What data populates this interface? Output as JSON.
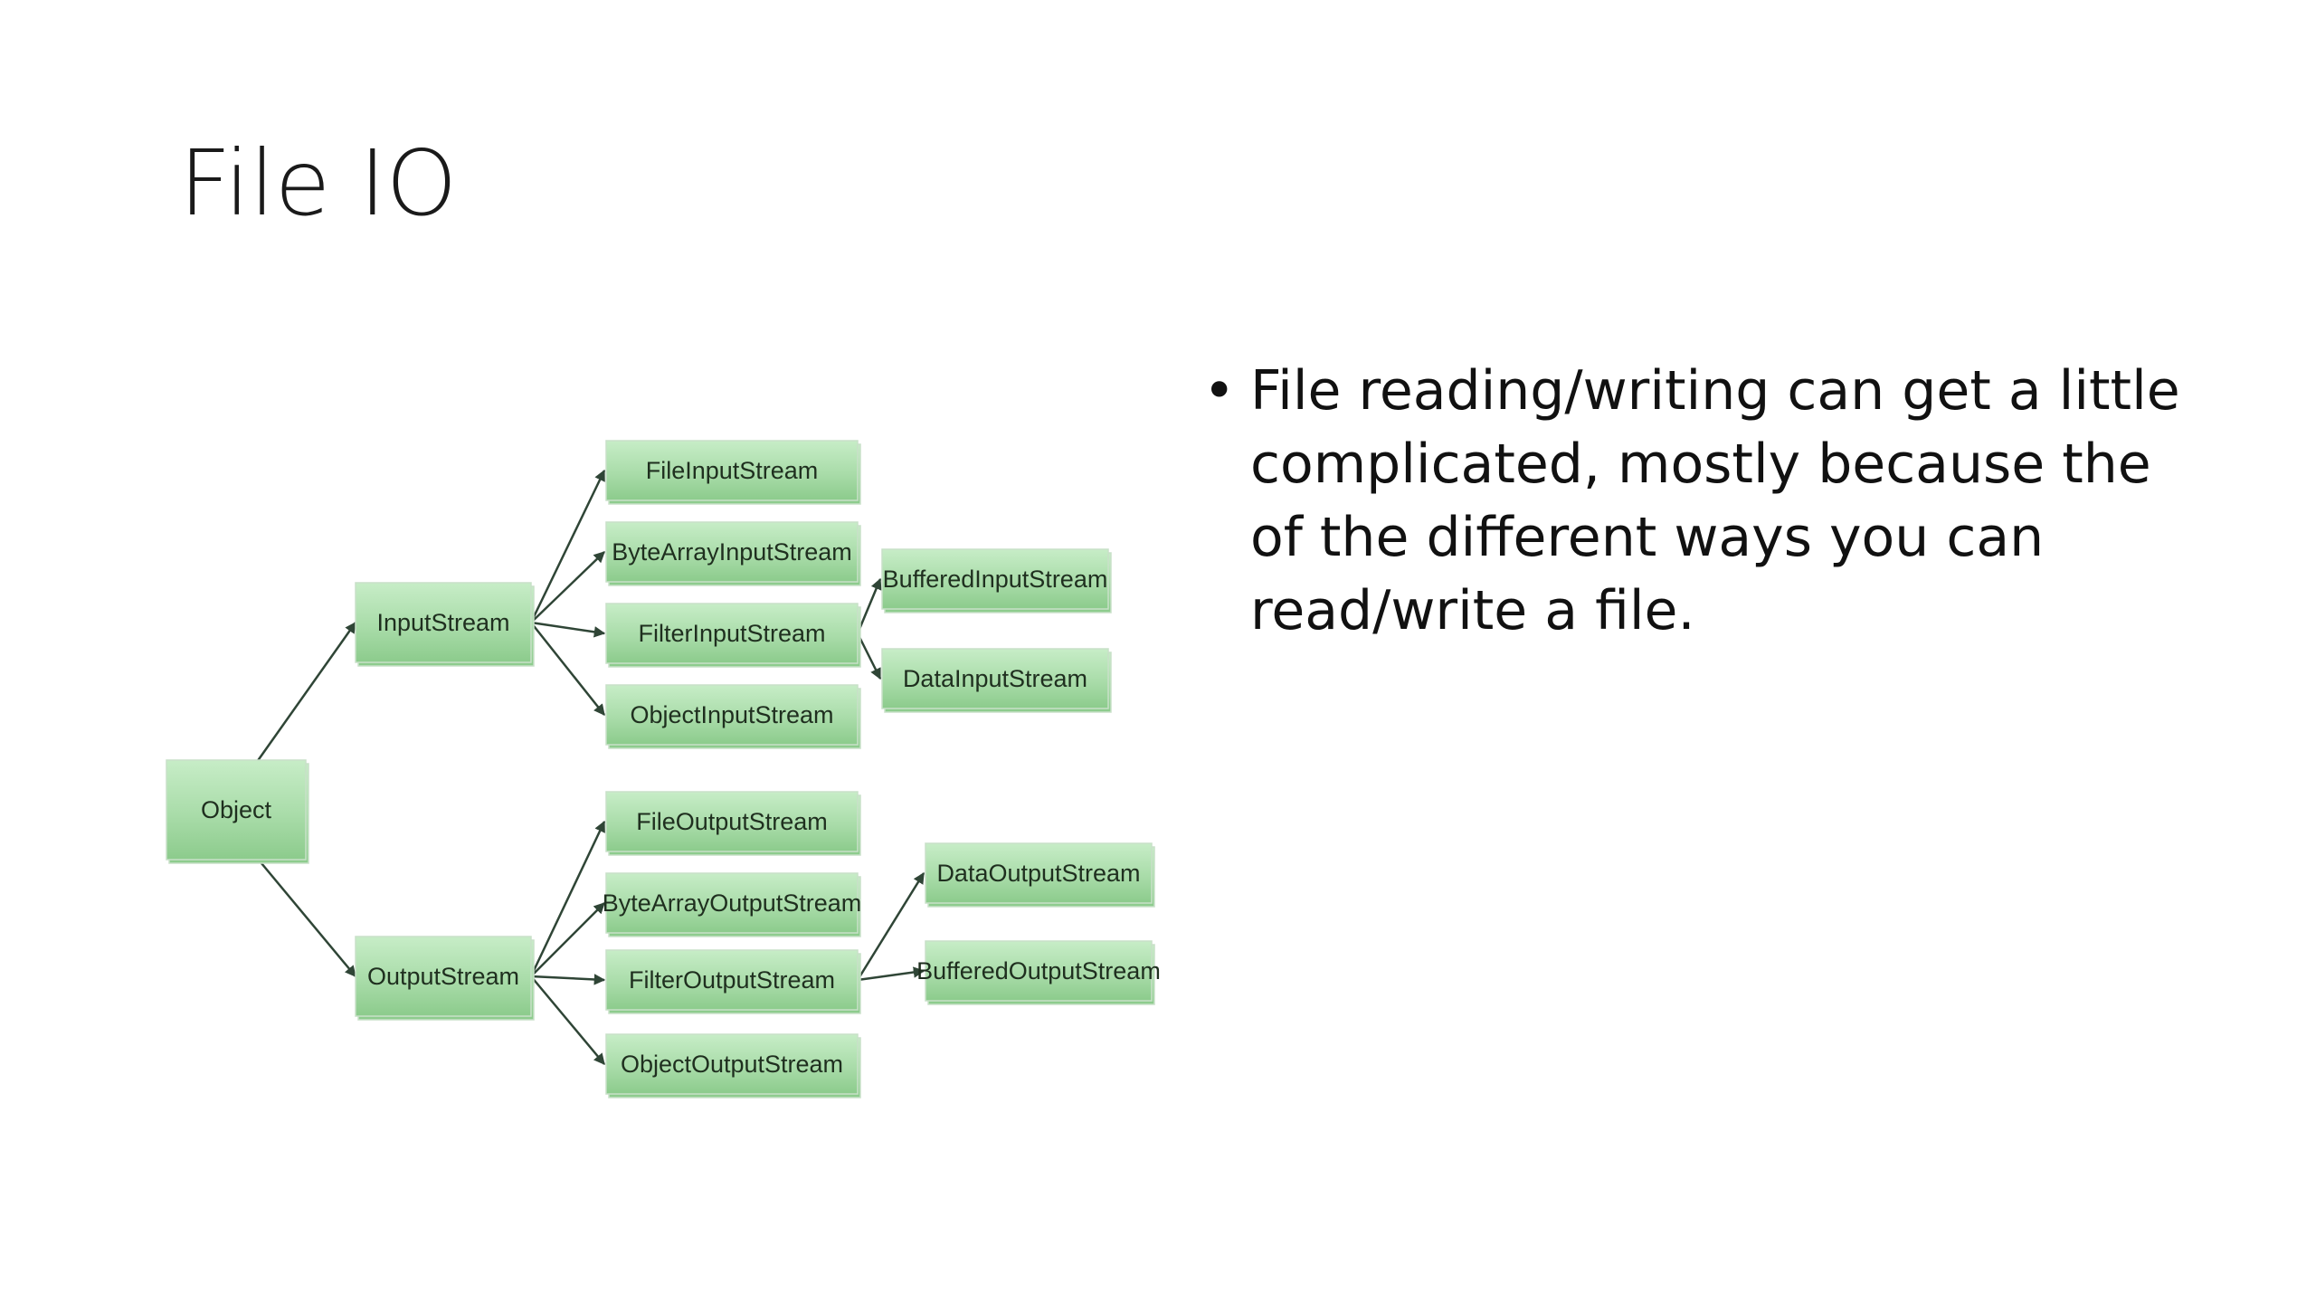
{
  "slide": {
    "title": "File IO",
    "bullets": [
      "File reading/writing can get a little complicated, mostly because the of the different ways you can read/write a file."
    ]
  },
  "diagram": {
    "nodes": [
      {
        "id": "object",
        "label": "Object"
      },
      {
        "id": "inputstream",
        "label": "InputStream"
      },
      {
        "id": "outputstream",
        "label": "OutputStream"
      },
      {
        "id": "fileinputstream",
        "label": "FileInputStream"
      },
      {
        "id": "bytearrayinputstream",
        "label": "ByteArrayInputStream"
      },
      {
        "id": "filterinputstream",
        "label": "FilterInputStream"
      },
      {
        "id": "objectinputstream",
        "label": "ObjectInputStream"
      },
      {
        "id": "bufferedinputstream",
        "label": "BufferedInputStream"
      },
      {
        "id": "datainputstream",
        "label": "DataInputStream"
      },
      {
        "id": "fileoutputstream",
        "label": "FileOutputStream"
      },
      {
        "id": "bytearrayoutputstream",
        "label": "ByteArrayOutputStream"
      },
      {
        "id": "filteroutputstream",
        "label": "FilterOutputStream"
      },
      {
        "id": "objectoutputstream",
        "label": "ObjectOutputStream"
      },
      {
        "id": "dataoutputstream",
        "label": "DataOutputStream"
      },
      {
        "id": "bufferedoutputstream",
        "label": "BufferedOutputStream"
      }
    ],
    "edges": [
      {
        "from": "object",
        "to": "inputstream"
      },
      {
        "from": "object",
        "to": "outputstream"
      },
      {
        "from": "inputstream",
        "to": "fileinputstream"
      },
      {
        "from": "inputstream",
        "to": "bytearrayinputstream"
      },
      {
        "from": "inputstream",
        "to": "filterinputstream"
      },
      {
        "from": "inputstream",
        "to": "objectinputstream"
      },
      {
        "from": "filterinputstream",
        "to": "bufferedinputstream"
      },
      {
        "from": "filterinputstream",
        "to": "datainputstream"
      },
      {
        "from": "outputstream",
        "to": "fileoutputstream"
      },
      {
        "from": "outputstream",
        "to": "bytearrayoutputstream"
      },
      {
        "from": "outputstream",
        "to": "filteroutputstream"
      },
      {
        "from": "outputstream",
        "to": "objectoutputstream"
      },
      {
        "from": "filteroutputstream",
        "to": "dataoutputstream"
      },
      {
        "from": "filteroutputstream",
        "to": "bufferedoutputstream"
      }
    ]
  }
}
